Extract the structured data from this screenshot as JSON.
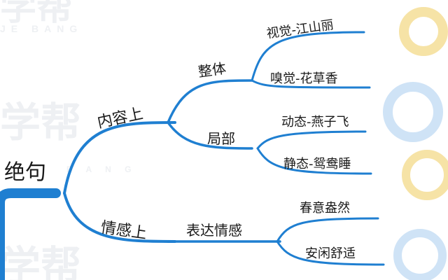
{
  "watermark": {
    "text_top": "学帮",
    "text_latin": "JE BANG",
    "text_mid": "学帮",
    "text_latin2": "B A N G",
    "text_bottom": "学帮"
  },
  "colors": {
    "branch": "#1f7fd1",
    "watermark": "#eef0f3",
    "ring_yellow": "#f6e3a6",
    "ring_blue": "#cfe3f6"
  },
  "mindmap": {
    "root": "绝句",
    "branches": [
      {
        "label": "内容上",
        "children": [
          {
            "label": "整体",
            "children": [
              "视觉-江山丽",
              "嗅觉-花草香"
            ]
          },
          {
            "label": "局部",
            "children": [
              "动态-燕子飞",
              "静态-鸳鸯睡"
            ]
          }
        ]
      },
      {
        "label": "情感上",
        "children": [
          {
            "label": "表达情感",
            "children": [
              "春意盎然",
              "安闲舒适"
            ]
          }
        ]
      }
    ]
  }
}
